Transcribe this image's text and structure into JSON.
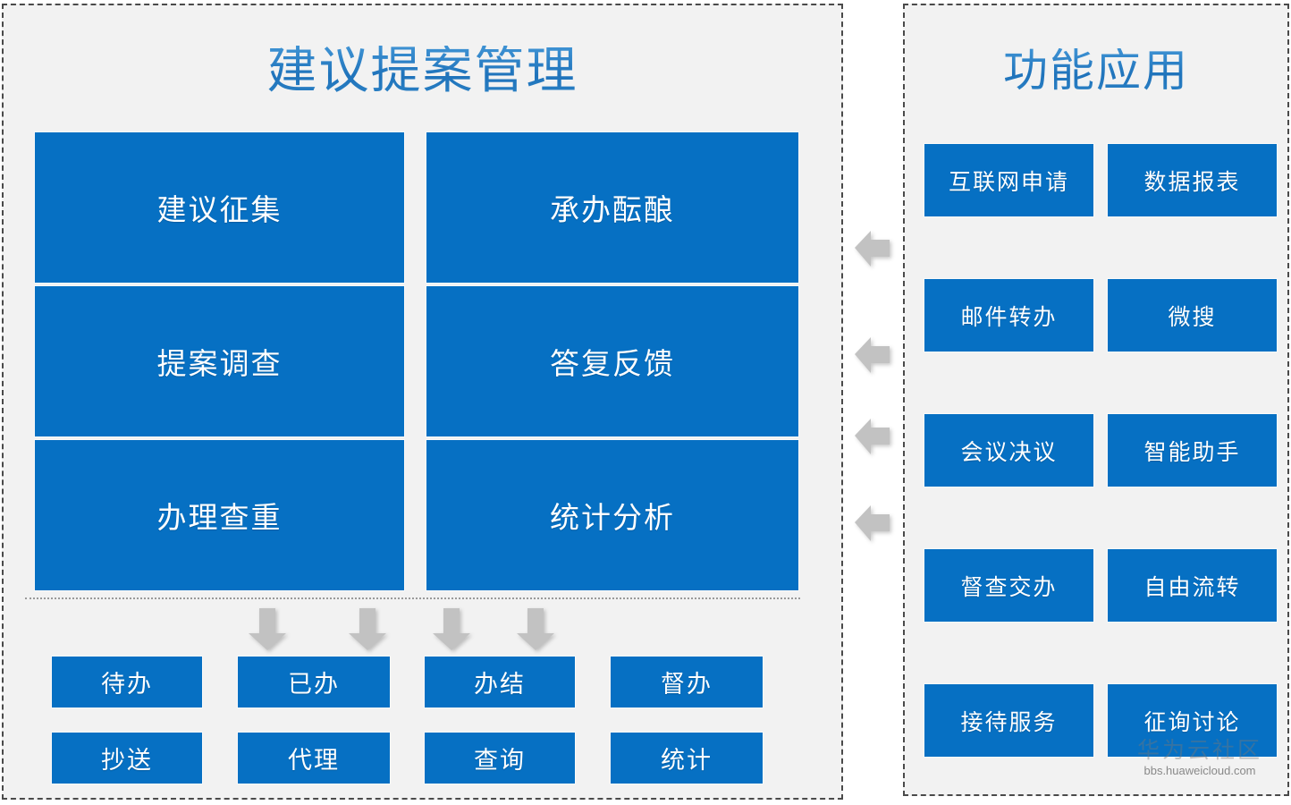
{
  "page": {
    "background": "#ffffff",
    "panel_background": "#f2f2f2",
    "panel_border_color": "#4a4a4a",
    "tile_color": "#0670c3",
    "tile_text_color": "#ffffff",
    "title_color": "#2079c4",
    "arrow_color": "#bfbfbf"
  },
  "left_panel": {
    "title": "建议提案管理",
    "modules": [
      {
        "label": "建议征集"
      },
      {
        "label": "承办酝酿"
      },
      {
        "label": "提案调查"
      },
      {
        "label": "答复反馈"
      },
      {
        "label": "办理查重"
      },
      {
        "label": "统计分析"
      }
    ],
    "status_tiles": [
      {
        "label": "待办"
      },
      {
        "label": "已办"
      },
      {
        "label": "办结"
      },
      {
        "label": "督办"
      },
      {
        "label": "抄送"
      },
      {
        "label": "代理"
      },
      {
        "label": "查询"
      },
      {
        "label": "统计"
      }
    ]
  },
  "right_panel": {
    "title": "功能应用",
    "apps": [
      {
        "label": "互联网申请"
      },
      {
        "label": "数据报表"
      },
      {
        "label": "邮件转办"
      },
      {
        "label": "微搜"
      },
      {
        "label": "会议决议"
      },
      {
        "label": "智能助手"
      },
      {
        "label": "督查交办"
      },
      {
        "label": "自由流转"
      },
      {
        "label": "接待服务"
      },
      {
        "label": "征询讨论"
      }
    ]
  },
  "connectors": {
    "left_arrows_count": 4,
    "down_arrows_count": 4
  },
  "watermark": {
    "main": "华为云社区",
    "sub": "bbs.huaweicloud.com"
  }
}
